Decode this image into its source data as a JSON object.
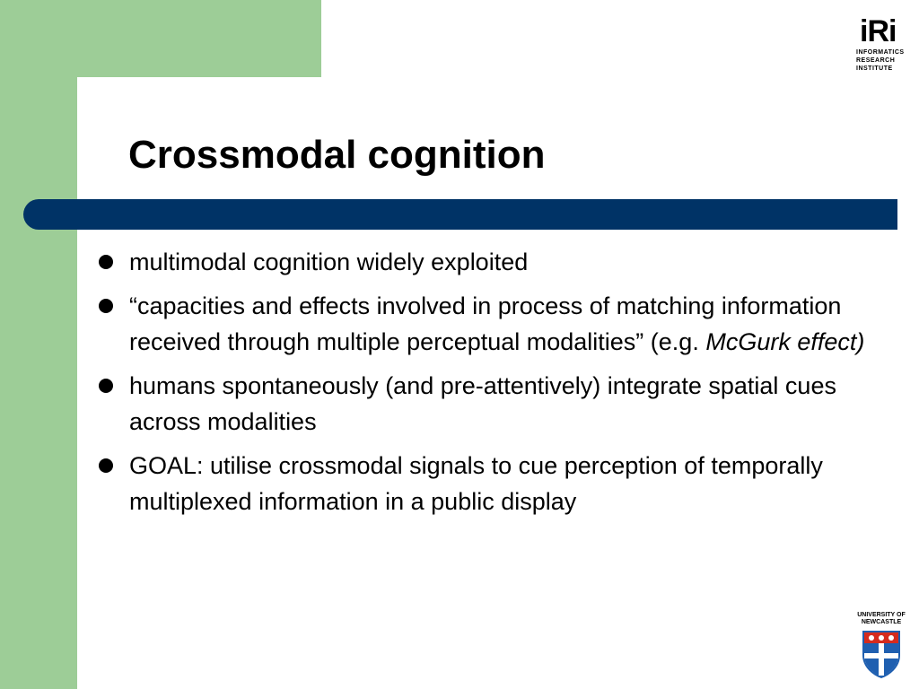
{
  "slide": {
    "title": "Crossmodal cognition",
    "bullets": [
      {
        "text": "multimodal cognition widely exploited",
        "italic": ""
      },
      {
        "text": "“capacities and effects involved in process of matching information received through multiple perceptual modalities” (e.g. ",
        "italic": "McGurk effect)"
      },
      {
        "text": "humans spontaneously (and pre-attentively) integrate spatial cues across modalities",
        "italic": ""
      },
      {
        "text": "GOAL: utilise crossmodal signals to cue perception of temporally multiplexed information in a public display",
        "italic": ""
      }
    ]
  },
  "iri_logo": {
    "mark": "iRi",
    "lines": [
      "INFORMATICS",
      "RESEARCH",
      "INSTITUTE"
    ]
  },
  "university_logo": {
    "lines": [
      "UNIVERSITY OF",
      "NEWCASTLE"
    ]
  },
  "colors": {
    "green": "#9dcd97",
    "navy_bar": "#003366",
    "shield_blue": "#1f5fb0",
    "shield_red": "#d52b1e"
  }
}
